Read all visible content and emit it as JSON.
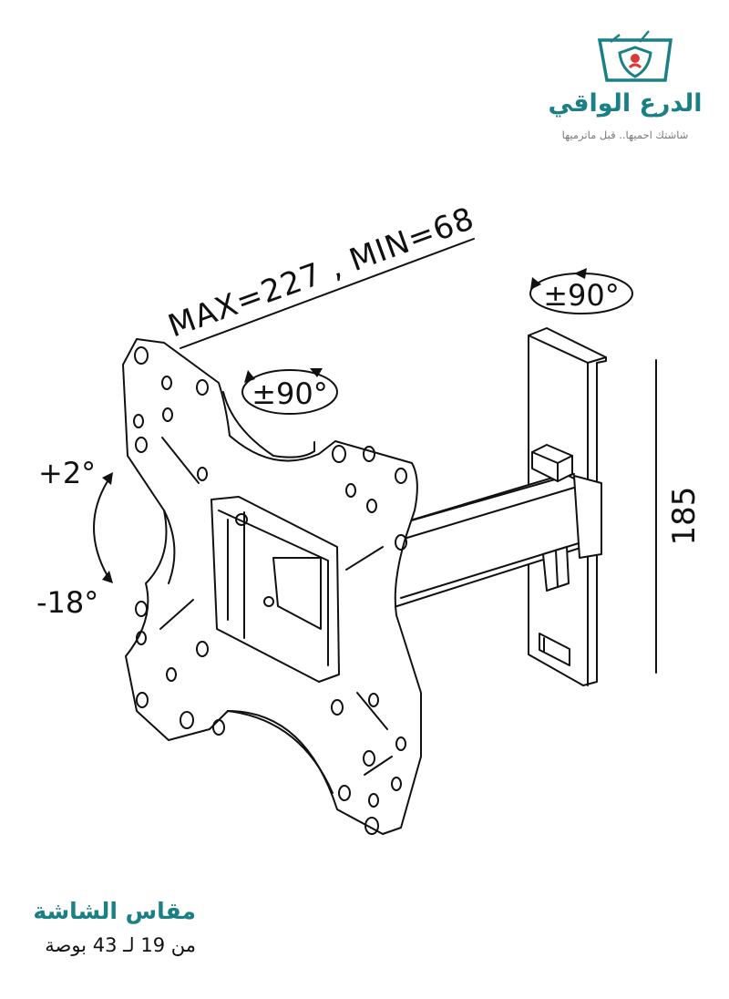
{
  "logo": {
    "title": "الدرع الواقي",
    "slogan": "شاشتك احميها.. قبل ماترميها",
    "colors": {
      "teal": "#1b7f86",
      "red": "#d93a35",
      "gray": "#7a7a7a"
    }
  },
  "diagram": {
    "extension_label": "MAX=227 , MIN=68",
    "plate_rotation_label": "±90°",
    "arm_rotation_label": "±90°",
    "tilt_up_label": "+2°",
    "tilt_down_label": "-18°",
    "height_label": "185"
  },
  "footer": {
    "screen_size_title": "مقاس الشاشة",
    "screen_size_range": "من 19 لـ 43 بوصة"
  }
}
